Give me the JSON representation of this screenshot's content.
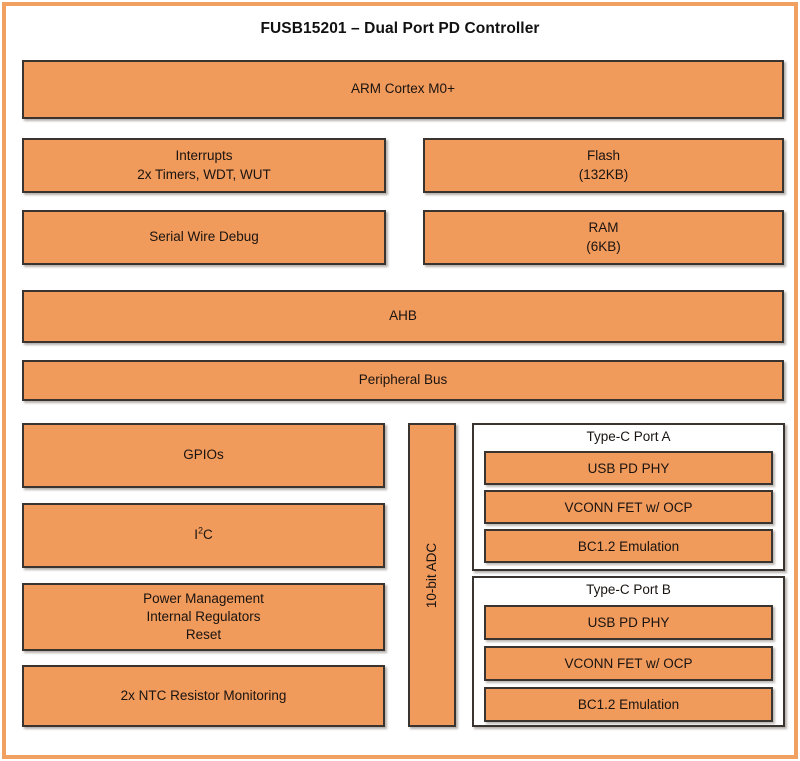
{
  "diagram": {
    "title": "FUSB15201 – Dual Port PD Controller",
    "colors": {
      "frame": "#f0a060",
      "block_fill": "#f09a5c",
      "block_border": "#3a3430",
      "group_fill": "#ffffff",
      "text": "#1a1410",
      "title_text": "#111111"
    }
  },
  "blocks": {
    "cpu": {
      "label": "ARM Cortex M0+"
    },
    "interrupts": {
      "line1": "Interrupts",
      "line2": "2x Timers, WDT, WUT"
    },
    "flash": {
      "line1": "Flash",
      "line2": "(132KB)"
    },
    "swd": {
      "label": "Serial Wire Debug"
    },
    "ram": {
      "line1": "RAM",
      "line2": "(6KB)"
    },
    "ahb": {
      "label": "AHB"
    },
    "peripheral_bus": {
      "label": "Peripheral Bus"
    },
    "gpios": {
      "label": "GPIOs"
    },
    "i2c": {
      "prefix": "I",
      "sup": "2",
      "suffix": "C"
    },
    "power_mgmt": {
      "line1": "Power Management",
      "line2": "Internal Regulators",
      "line3": "Reset"
    },
    "ntc": {
      "label": "2x NTC Resistor Monitoring"
    },
    "adc": {
      "label": "10-bit ADC"
    }
  },
  "ports": [
    {
      "title": "Type-C Port A",
      "items": [
        {
          "label": "USB PD PHY"
        },
        {
          "label": "VCONN FET w/ OCP"
        },
        {
          "label": "BC1.2 Emulation"
        }
      ]
    },
    {
      "title": "Type-C Port B",
      "items": [
        {
          "label": "USB PD PHY"
        },
        {
          "label": "VCONN FET w/ OCP"
        },
        {
          "label": "BC1.2 Emulation"
        }
      ]
    }
  ]
}
